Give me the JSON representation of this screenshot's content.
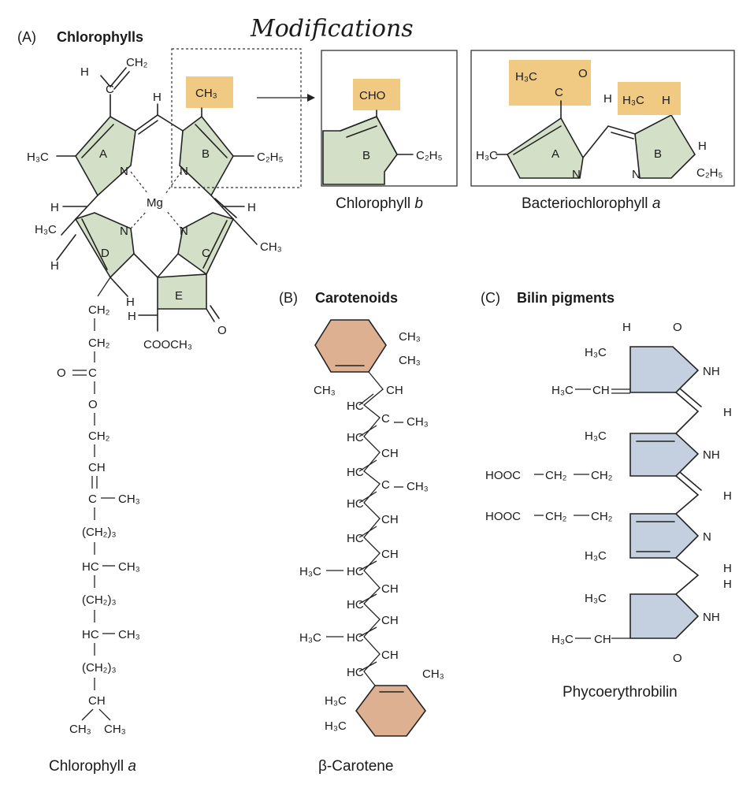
{
  "annotation": "Modifications",
  "panel_a": {
    "letter": "(A)",
    "title": "Chlorophylls",
    "caption_main": "Chlorophyll",
    "caption_ital": "a",
    "ring_labels": [
      "A",
      "B",
      "C",
      "D",
      "E"
    ],
    "metal": "Mg",
    "chain": [
      "CH₂",
      "CH₂",
      "C",
      "O",
      "CH₂",
      "CH",
      "C",
      "CH₃",
      "(CH₂)₃",
      "HC",
      "CH₃",
      "(CH₂)₃",
      "HC",
      "CH₃",
      "(CH₂)₃",
      "CH",
      "CH₃",
      "CH₃"
    ],
    "substituents": {
      "vinyl": "CH₂",
      "methyl": "H₃C",
      "ethyl": "C₂H₅",
      "methyl2": "CH₃",
      "ester": "COOCH₃",
      "oxo": "O",
      "hydrogen": "H",
      "nitrogen": "N",
      "highlight": "CH₃"
    }
  },
  "inset_b": {
    "group": "CHO",
    "ring": "B",
    "ethyl": "C₂H₅",
    "caption_main": "Chlorophyll",
    "caption_ital": "b"
  },
  "inset_bact": {
    "acetyl_c": "C",
    "acetyl_me": "H₃C",
    "acetyl_o": "O",
    "me": "H₃C",
    "ring_a": "A",
    "ring_b": "B",
    "n": "N",
    "h": "H",
    "ethyl": "C₂H₅",
    "caption_main": "Bacteriochlorophyll",
    "caption_ital": "a"
  },
  "panel_b": {
    "letter": "(B)",
    "title": "Carotenoids",
    "caption": "β-Carotene",
    "labels": {
      "ch": "CH",
      "hc": "HC",
      "c": "C",
      "ch3": "CH₃",
      "h3c": "H₃C"
    }
  },
  "panel_c": {
    "letter": "(C)",
    "title": "Bilin pigments",
    "caption": "Phycoerythrobilin",
    "labels": {
      "h": "H",
      "o": "O",
      "nh": "NH",
      "n": "N",
      "h3c": "H₃C",
      "ch": "CH",
      "hooc": "HOOC",
      "ch2": "CH₂"
    }
  },
  "colors": {
    "chlorophyll_ring": "#d3dfc6",
    "carotene_ring": "#ddb092",
    "bilin_ring": "#c4cfe0",
    "highlight": "#f0ca82"
  }
}
